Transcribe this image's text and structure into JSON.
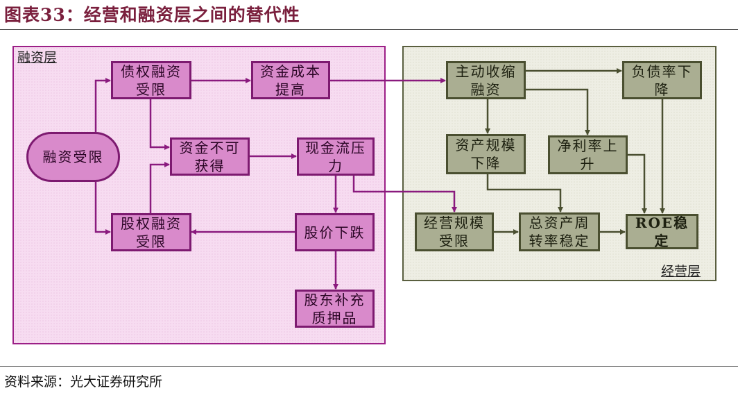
{
  "title": "图表33：经营和融资层之间的替代性",
  "source": "资料来源：光大证券研究所",
  "colors": {
    "finance_fill": "#d98acb",
    "finance_border": "#7d1a70",
    "ops_fill": "#aaae92",
    "ops_border": "#4a4f30"
  },
  "finance_layer": {
    "label": "融资层",
    "nodes": {
      "financing_limited": "融资受限",
      "debt_limited": "债权融资受限",
      "cost_up": "资金成本提高",
      "funds_unavailable": "资金不可获得",
      "cash_pressure": "现金流压力",
      "equity_limited": "股权融资受限",
      "price_drop": "股价下跌",
      "collateral": "股东补充质押品"
    }
  },
  "ops_layer": {
    "label": "经营层",
    "nodes": {
      "shrink": "主动收缩融资",
      "leverage_down": "负债率下降",
      "assets_down": "资产规模下降",
      "margin_up": "净利率上升",
      "ops_limited": "经营规模受限",
      "turnover": "总资产周转率稳定",
      "roe": "ROE稳定"
    }
  }
}
